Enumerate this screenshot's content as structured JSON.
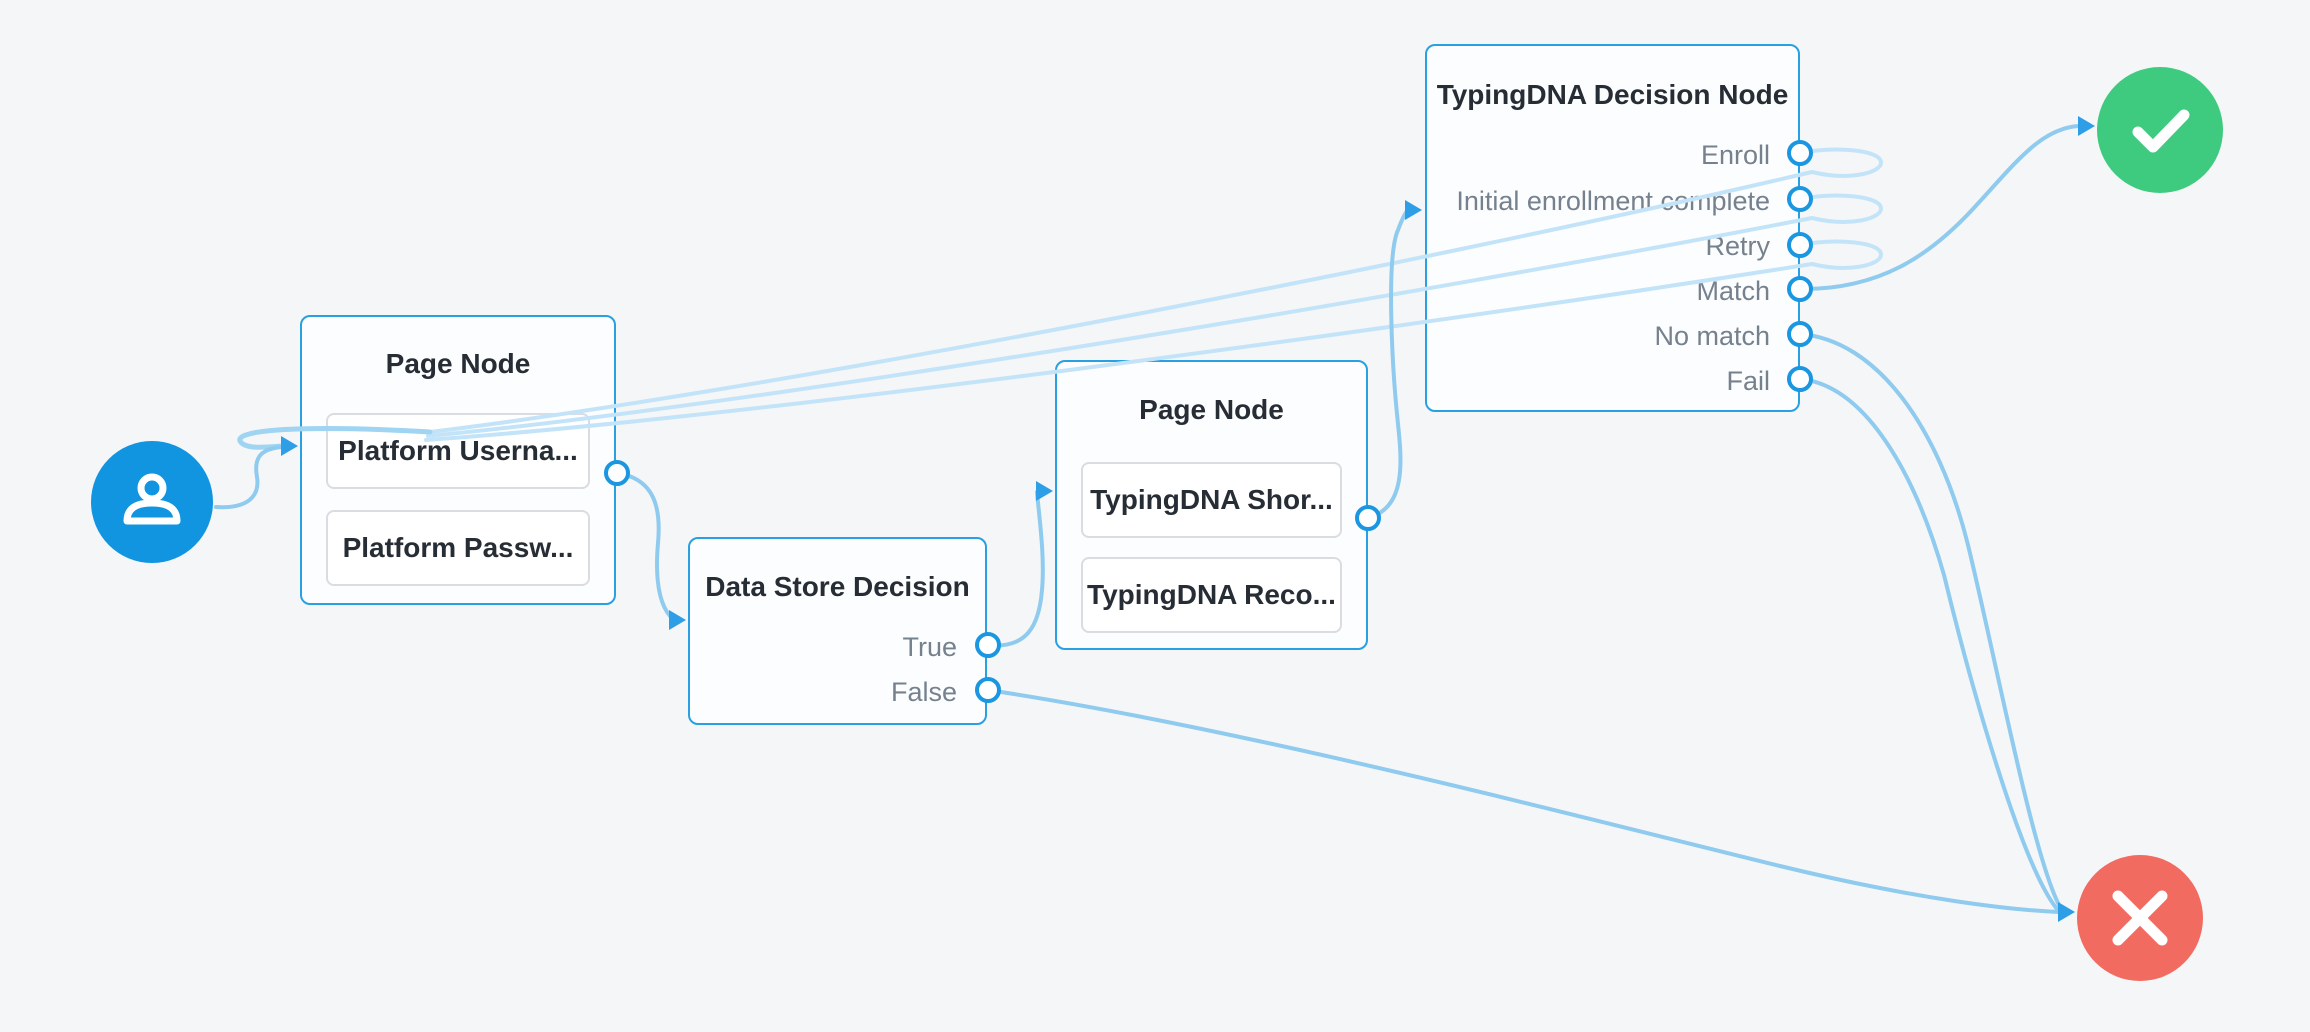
{
  "canvas": {
    "background_color": "#f5f6f8",
    "node_border_color": "#29a0e2",
    "wire_color": "#8fcaef",
    "wire_loopback_color": "#c3e4f8",
    "arrow_color": "#2e9fe6",
    "port_border_color": "#1b96e0"
  },
  "nodes": {
    "start": {
      "icon": "user-icon",
      "color": "#1195e0"
    },
    "page_node_1": {
      "title": "Page Node",
      "items": [
        "Platform Userna...",
        "Platform Passw..."
      ]
    },
    "data_store_decision": {
      "title": "Data Store Decision",
      "outcomes": [
        "True",
        "False"
      ]
    },
    "page_node_2": {
      "title": "Page Node",
      "items": [
        "TypingDNA Shor...",
        "TypingDNA Reco..."
      ]
    },
    "typingdna_decision": {
      "title": "TypingDNA Decision Node",
      "outcomes": [
        "Enroll",
        "Initial enrollment complete",
        "Retry",
        "Match",
        "No match",
        "Fail"
      ]
    },
    "success": {
      "icon": "check-icon",
      "color": "#3ecb80"
    },
    "failure": {
      "icon": "close-icon",
      "color": "#f26b60"
    }
  },
  "connections": [
    {
      "from": "start",
      "to": "page_node_1"
    },
    {
      "from": "page_node_1",
      "to": "data_store_decision"
    },
    {
      "from": "data_store_decision:True",
      "to": "page_node_2"
    },
    {
      "from": "data_store_decision:False",
      "to": "failure"
    },
    {
      "from": "page_node_2",
      "to": "typingdna_decision"
    },
    {
      "from": "typingdna_decision:Enroll",
      "to": "page_node_1"
    },
    {
      "from": "typingdna_decision:Initial enrollment complete",
      "to": "page_node_1"
    },
    {
      "from": "typingdna_decision:Retry",
      "to": "page_node_1"
    },
    {
      "from": "typingdna_decision:Match",
      "to": "success"
    },
    {
      "from": "typingdna_decision:No match",
      "to": "failure"
    },
    {
      "from": "typingdna_decision:Fail",
      "to": "failure"
    }
  ]
}
